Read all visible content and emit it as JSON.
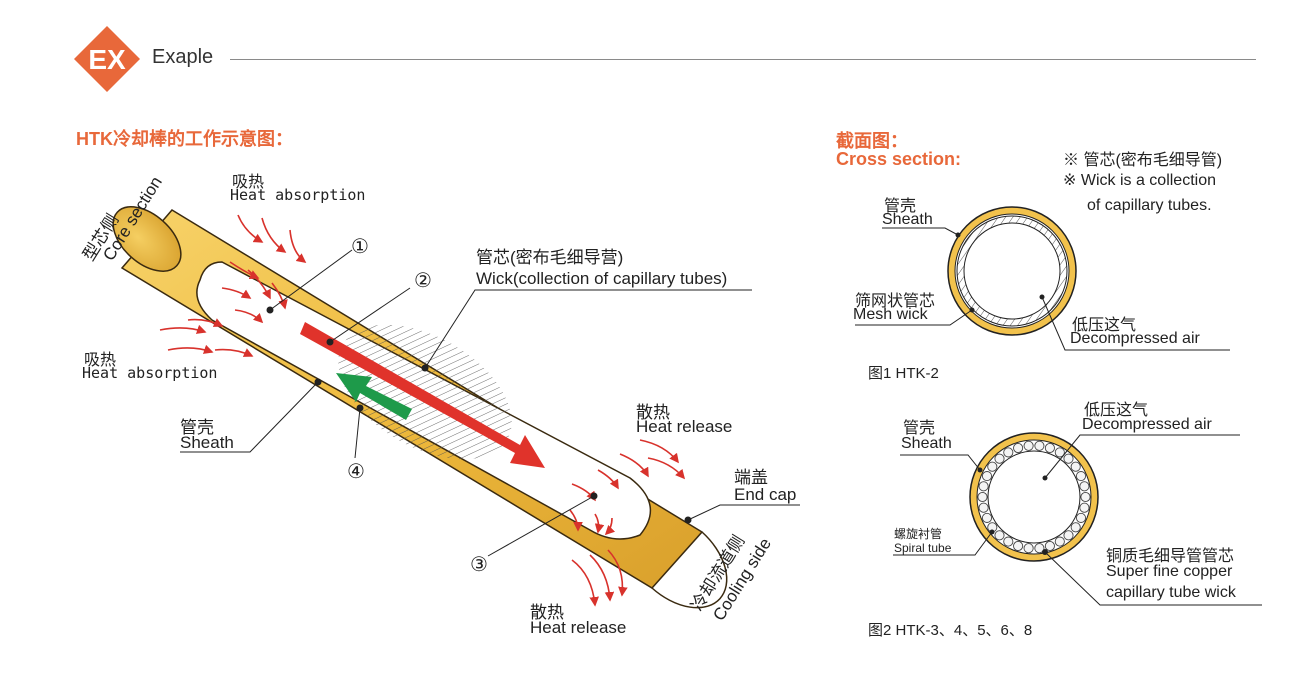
{
  "header": {
    "badge_text": "EX",
    "title": "Exaple",
    "accent_color": "#e8683a"
  },
  "main_diagram": {
    "title": "HTK冷却棒的工作示意图：",
    "core_side_cn": "型芯侧",
    "core_side_en": "Core section",
    "heat_absorption_top_cn": "吸热",
    "heat_absorption_top_en": "Heat absorption",
    "heat_absorption_left_cn": "吸热",
    "heat_absorption_left_en": "Heat absorption",
    "wick_cn": "管芯(密布毛细导营)",
    "wick_en": "Wick(collection of capillary tubes)",
    "sheath_cn": "管壳",
    "sheath_en": "Sheath",
    "heat_release_right_cn": "散热",
    "heat_release_right_en": "Heat release",
    "end_cap_cn": "端盖",
    "end_cap_en": "End cap",
    "heat_release_bottom_cn": "散热",
    "heat_release_bottom_en": "Heat release",
    "cooling_side_cn": "冷却流道侧",
    "cooling_side_en": "Cooling side",
    "markers": [
      "①",
      "②",
      "③",
      "④"
    ],
    "colors": {
      "tube": "#f2c24c",
      "tube_dark": "#c89a2a",
      "hot_arrow": "#e0332b",
      "cool_arrow": "#1e9a4a",
      "heat_arrows": "#d8322c"
    }
  },
  "cross_section": {
    "title_cn": "截面图：",
    "title_en": "Cross section:",
    "note_1": "※ 管芯(密布毛细导管)",
    "note_2": "※ Wick is a collection",
    "note_3": "of capillary tubes.",
    "fig1": {
      "sheath_cn": "管壳",
      "sheath_en": "Sheath",
      "mesh_cn": "筛网状管芯",
      "mesh_en": "Mesh wick",
      "air_cn": "低压这气",
      "air_en": "Decompressed air",
      "caption": "图1  HTK-2"
    },
    "fig2": {
      "sheath_cn": "管壳",
      "sheath_en": "Sheath",
      "air_cn": "低压这气",
      "air_en": "Decompressed air",
      "spiral_cn": "螺旋衬管",
      "spiral_en": "Spiral tube",
      "wick_cn": "铜质毛细导管管芯",
      "wick_en_1": "Super fine copper",
      "wick_en_2": "capillary tube wick",
      "caption": "图2  HTK-3、4、5、6、8"
    }
  }
}
